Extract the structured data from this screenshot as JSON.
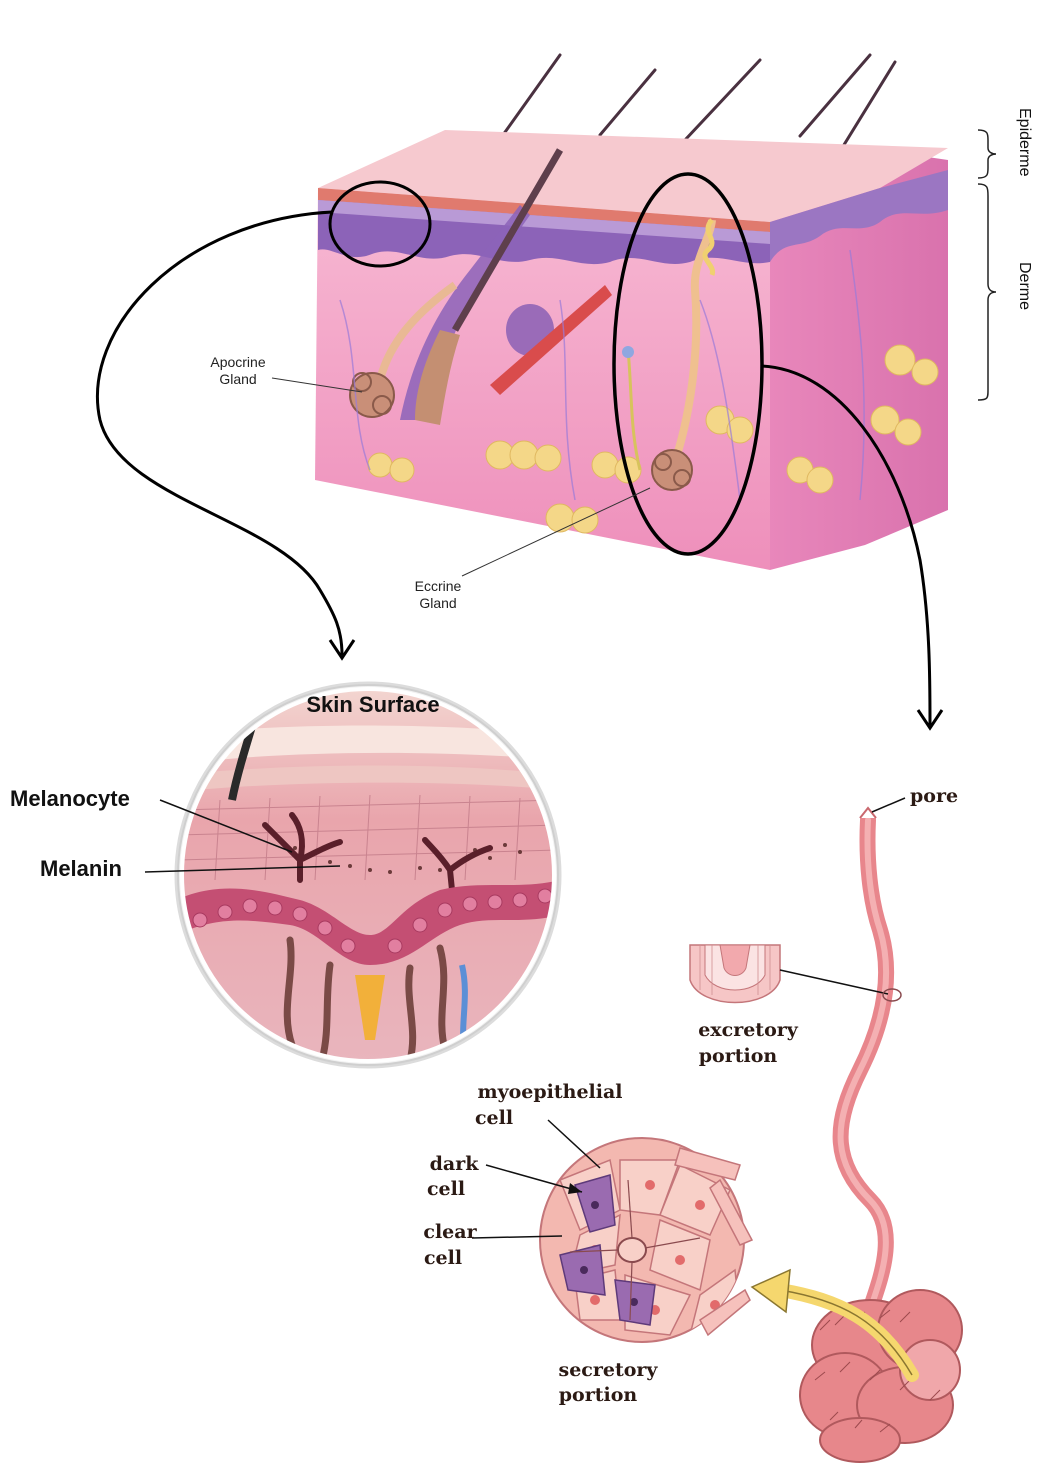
{
  "top_block": {
    "labels": {
      "epiderme": "Epiderme",
      "derme": "Derme",
      "apocrine_line1": "Apocrine",
      "apocrine_line2": "Gland",
      "eccrine_line1": "Eccrine",
      "eccrine_line2": "Gland"
    }
  },
  "melanin_inset": {
    "title": "Skin Surface",
    "labels": {
      "melanocyte": "Melanocyte",
      "melanin": "Melanin"
    }
  },
  "sweat_gland_inset": {
    "labels": {
      "pore": "pore",
      "excretory_line1": "excretory",
      "excretory_line2": "portion",
      "myoepithelial_line1": "myoepithelial",
      "myoepithelial_line2": "cell",
      "dark_line1": "dark",
      "dark_line2": "cell",
      "clear_line1": "clear",
      "clear_line2": "cell",
      "secretory_line1": "secretory",
      "secretory_line2": "portion"
    }
  },
  "colors": {
    "skin_pink": "#f2a6c4",
    "epidermis_purple": "#8c63b8",
    "fat_yellow": "#f4d788",
    "duct_pink": "#e88a8e",
    "cell_purple": "#9a6bb0"
  }
}
